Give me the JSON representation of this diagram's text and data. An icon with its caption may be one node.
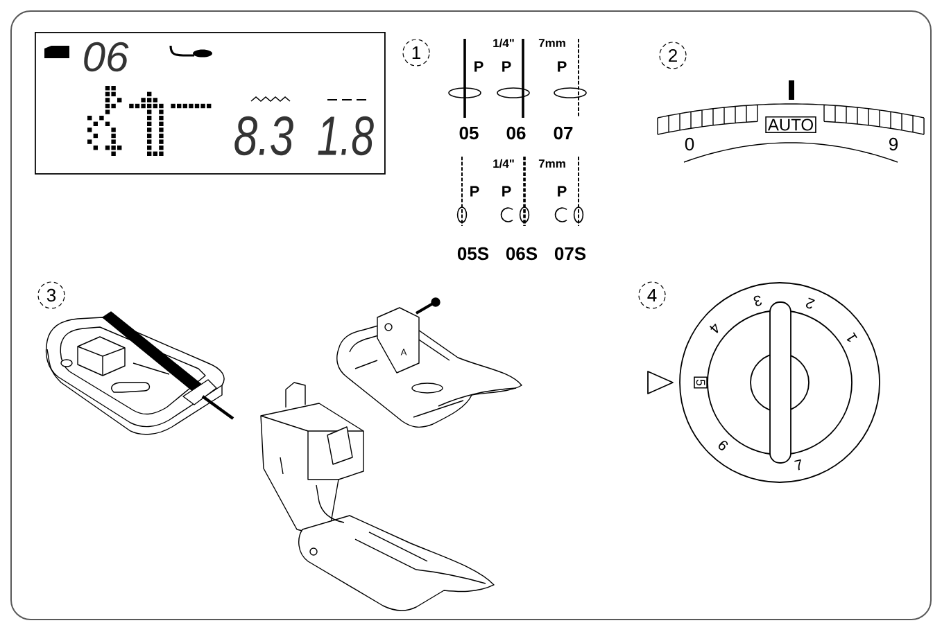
{
  "diagram": {
    "nodes": [
      {
        "text": [
          "06",
          "8.3",
          "1.8"
        ]
      },
      {
        "text": [
          "AUTO"
        ]
      },
      {
        "text": [
          "5"
        ]
      }
    ],
    "labels": [
      "1",
      "1/4\"",
      "7mm",
      "P",
      "P",
      "P",
      "05",
      "06",
      "07",
      "1/4\"",
      "7mm",
      "P",
      "P",
      "P",
      "05S",
      "06S",
      "07S",
      "2",
      "0",
      "9",
      "3",
      "A",
      "4",
      "3",
      "2",
      "4",
      "1",
      "6",
      "7"
    ]
  }
}
